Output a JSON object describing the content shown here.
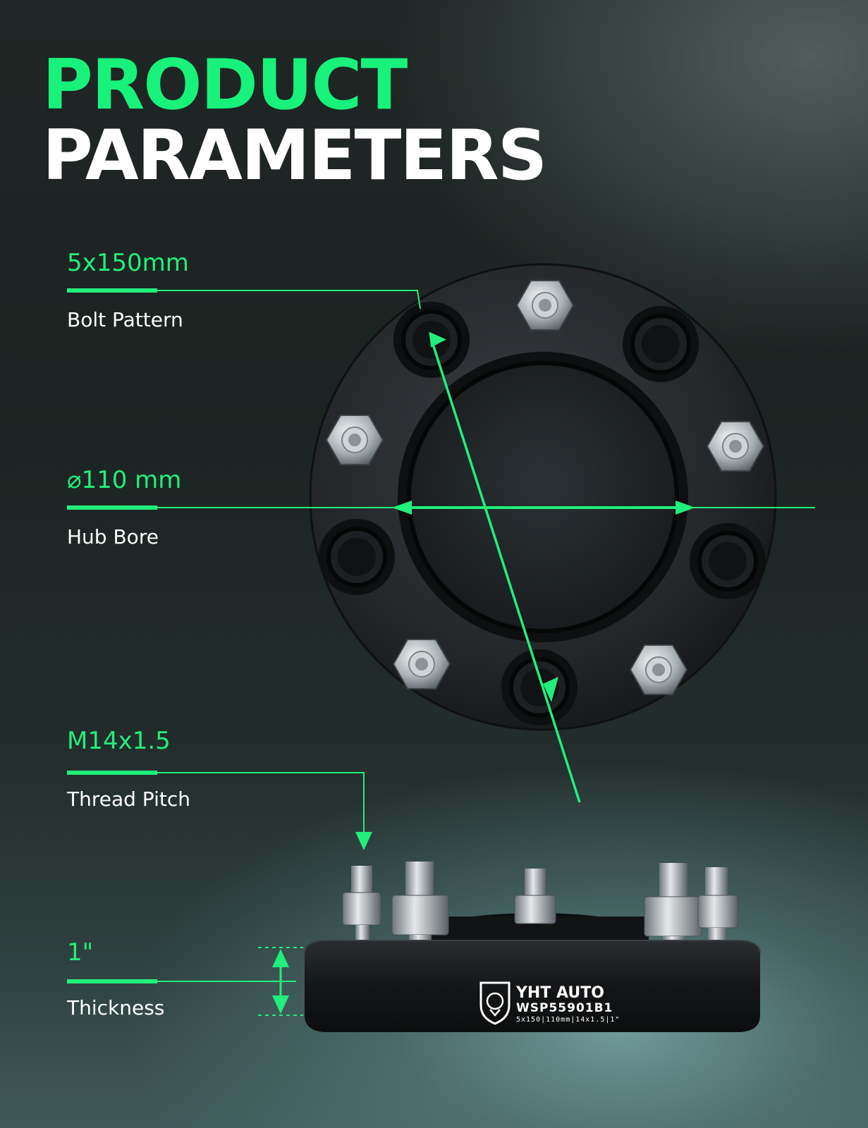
{
  "header": {
    "title_line1": "PRODUCT",
    "title_line2": "PARAMETERS"
  },
  "specs": [
    {
      "value": "5x150mm",
      "label": "Bolt Pattern"
    },
    {
      "value": "⌀110 mm",
      "label": "Hub Bore"
    },
    {
      "value": "M14x1.5",
      "label": "Thread Pitch"
    },
    {
      "value": "1\"",
      "label": "Thickness"
    }
  ],
  "product": {
    "brand": "YHT AUTO",
    "model": "WSP55901B1",
    "spec_line": "5x150|110mm|14x1.5|1\""
  },
  "colors": {
    "accent": "#22ee7c",
    "spacer": "#1a1c1e"
  }
}
